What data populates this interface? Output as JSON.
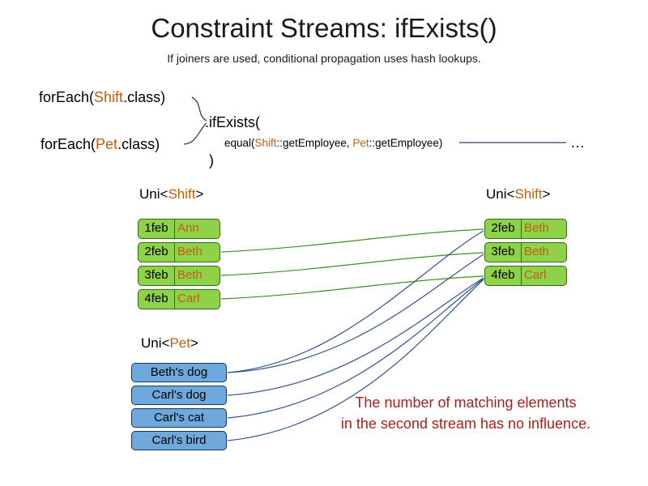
{
  "title": "Constraint Streams: ifExists()",
  "subtitle": "If joiners are used, conditional propagation uses hash lookups.",
  "code": {
    "foreach_shift": {
      "pre": "forEach(",
      "type": "Shift",
      "post": ".class)"
    },
    "foreach_pet": {
      "pre": "forEach(",
      "type": "Pet",
      "post": ".class)"
    },
    "ifexists": ".ifExists(",
    "equal": {
      "pre": "equal(",
      "type1": "Shift",
      "mid": "::getEmployee, ",
      "type2": "Pet",
      "post": "::getEmployee)"
    },
    "ellipsis": "…",
    "close_paren": ")"
  },
  "left_shift_table": {
    "label": {
      "pre": "Uni<",
      "type": "Shift",
      "post": ">"
    },
    "rows": [
      {
        "date": "1feb",
        "name": "Ann"
      },
      {
        "date": "2feb",
        "name": "Beth"
      },
      {
        "date": "3feb",
        "name": "Beth"
      },
      {
        "date": "4feb",
        "name": "Carl"
      }
    ]
  },
  "right_shift_table": {
    "label": {
      "pre": "Uni<",
      "type": "Shift",
      "post": ">"
    },
    "rows": [
      {
        "date": "2feb",
        "name": "Beth"
      },
      {
        "date": "3feb",
        "name": "Beth"
      },
      {
        "date": "4feb",
        "name": "Carl"
      }
    ]
  },
  "pet_list": {
    "label": {
      "pre": "Uni<",
      "type": "Pet",
      "post": ">"
    },
    "items": [
      "Beth's dog",
      "Carl's dog",
      "Carl's cat",
      "Carl's bird"
    ]
  },
  "note": {
    "line1": "The number of matching elements",
    "line2": "in the second stream has no influence."
  },
  "colors": {
    "accent_orange": "#c05f0e",
    "green_fill": "#8dd249",
    "green_border": "#2f6c0f",
    "blue_fill": "#6fa8dc",
    "blue_border": "#17365d",
    "note_red": "#a6201e",
    "line_green": "#3f8f1f",
    "line_blue": "#31538f",
    "line_navy": "#2a3f6b"
  }
}
